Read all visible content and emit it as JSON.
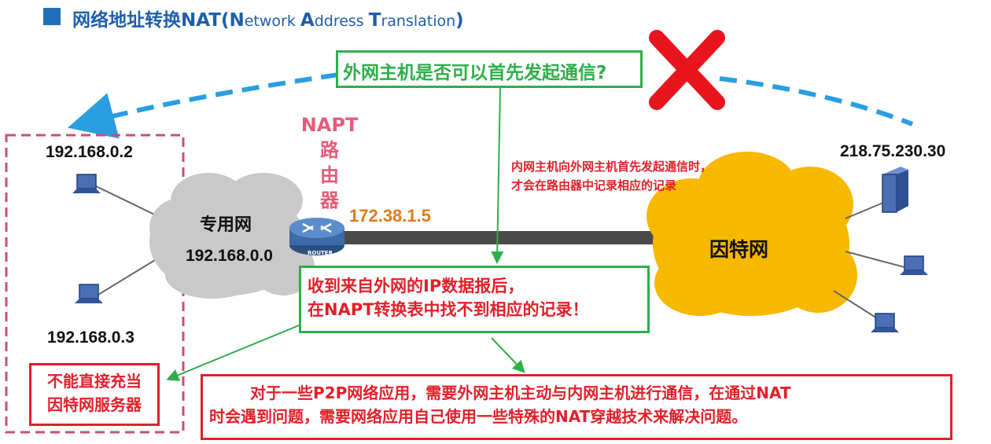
{
  "title": {
    "main": "网络地址转换NAT(",
    "n_cap": "N",
    "n_rest": "etwork ",
    "a_cap": "A",
    "a_rest": "ddress ",
    "t_cap": "T",
    "t_rest": "ranslation",
    "close": ")"
  },
  "question": "外网主机是否可以首先发起通信?",
  "private_net": {
    "label": "专用网",
    "address": "192.168.0.0"
  },
  "hosts": {
    "host1": "192.168.0.2",
    "host2": "192.168.0.3",
    "server": "218.75.230.30"
  },
  "router": {
    "line1": "NAPT",
    "line2": "路",
    "line3": "由",
    "line4": "器",
    "wan_ip": "172.38.1.5",
    "icon_label": "ROUTER"
  },
  "internet": {
    "label": "因特网"
  },
  "note": {
    "line1": "内网主机向外网主机首先发起通信时，",
    "line2": "才会在路由器中记录相应的记录"
  },
  "result": {
    "line1": "收到来自外网的IP数据报后，",
    "line2": "在NAPT转换表中找不到相应的记录！"
  },
  "server_box": {
    "line1": "不能直接充当",
    "line2": "因特网服务器"
  },
  "p2p": {
    "line1": "对于一些P2P网络应用，需要外网主机主动与内网主机进行通信，在通过NAT",
    "line2": "时会遇到问题，需要网络应用自己使用一些特殊的NAT穿越技术来解决问题。"
  },
  "colors": {
    "title": "#1f5fa8",
    "green": "#2fae4a",
    "red": "#e0202a",
    "napt": "#e85a7a",
    "orange": "#e07a1a",
    "dash_arc": "#2a9ee0",
    "internet": "#f7b800",
    "cloud": "#c9c9c9"
  }
}
